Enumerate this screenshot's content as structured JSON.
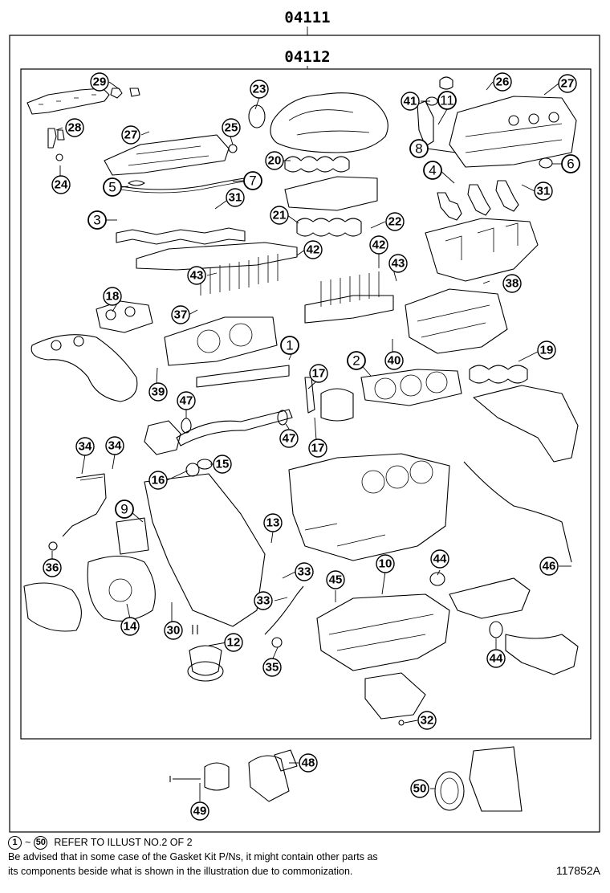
{
  "assembly": {
    "outer_part_number": "04111",
    "inner_part_number": "04112"
  },
  "callouts": [
    "1",
    "2",
    "3",
    "4",
    "5",
    "6",
    "7",
    "8",
    "9",
    "10",
    "11",
    "12",
    "13",
    "14",
    "15",
    "16",
    "17",
    "17",
    "18",
    "19",
    "20",
    "21",
    "22",
    "23",
    "24",
    "25",
    "26",
    "27",
    "27",
    "28",
    "29",
    "30",
    "31",
    "31",
    "32",
    "33",
    "33",
    "34",
    "34",
    "35",
    "36",
    "37",
    "38",
    "39",
    "40",
    "41",
    "42",
    "42",
    "43",
    "43",
    "44",
    "44",
    "45",
    "46",
    "47",
    "47",
    "48",
    "49",
    "50"
  ],
  "footer": {
    "range_start": "1",
    "range_end": "50",
    "range_sep": "~",
    "refer_text": "REFER TO ILLUST NO.2 OF 2",
    "note_line1": "Be advised that in some case of the Gasket Kit P/Ns,  it might contain other parts as",
    "note_line2": "its components beside what is shown in the illustration due to commonization.",
    "illustration_code": "117852A"
  }
}
